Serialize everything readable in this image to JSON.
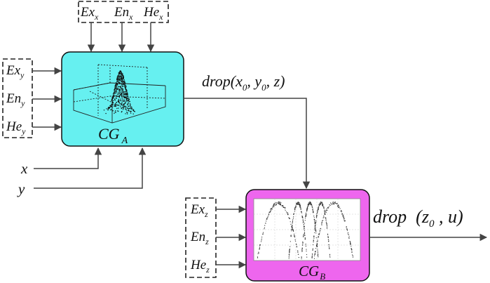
{
  "inputs_x": {
    "ex": "Ex",
    "en": "En",
    "he": "He",
    "subscript": "x"
  },
  "inputs_y": {
    "ex": "Ex",
    "en": "En",
    "he": "He",
    "subscript": "y"
  },
  "inputs_z": {
    "ex": "Ex",
    "en": "En",
    "he": "He",
    "subscript": "z"
  },
  "block_a": {
    "label": "CG",
    "subscript": "A",
    "fill": "#66f0f0"
  },
  "block_b": {
    "label": "CG",
    "subscript": "B",
    "fill": "#ee66ee"
  },
  "signal_x": "x",
  "signal_y": "y",
  "output_a": {
    "prefix": "drop(",
    "x": "x",
    "x_sub": "0",
    "comma1": ", ",
    "y": "y",
    "y_sub": "0",
    "suffix": ", z)"
  },
  "output_b": {
    "prefix": "drop  (",
    "z": "z",
    "z_sub": "0",
    "suffix": " , u)"
  }
}
